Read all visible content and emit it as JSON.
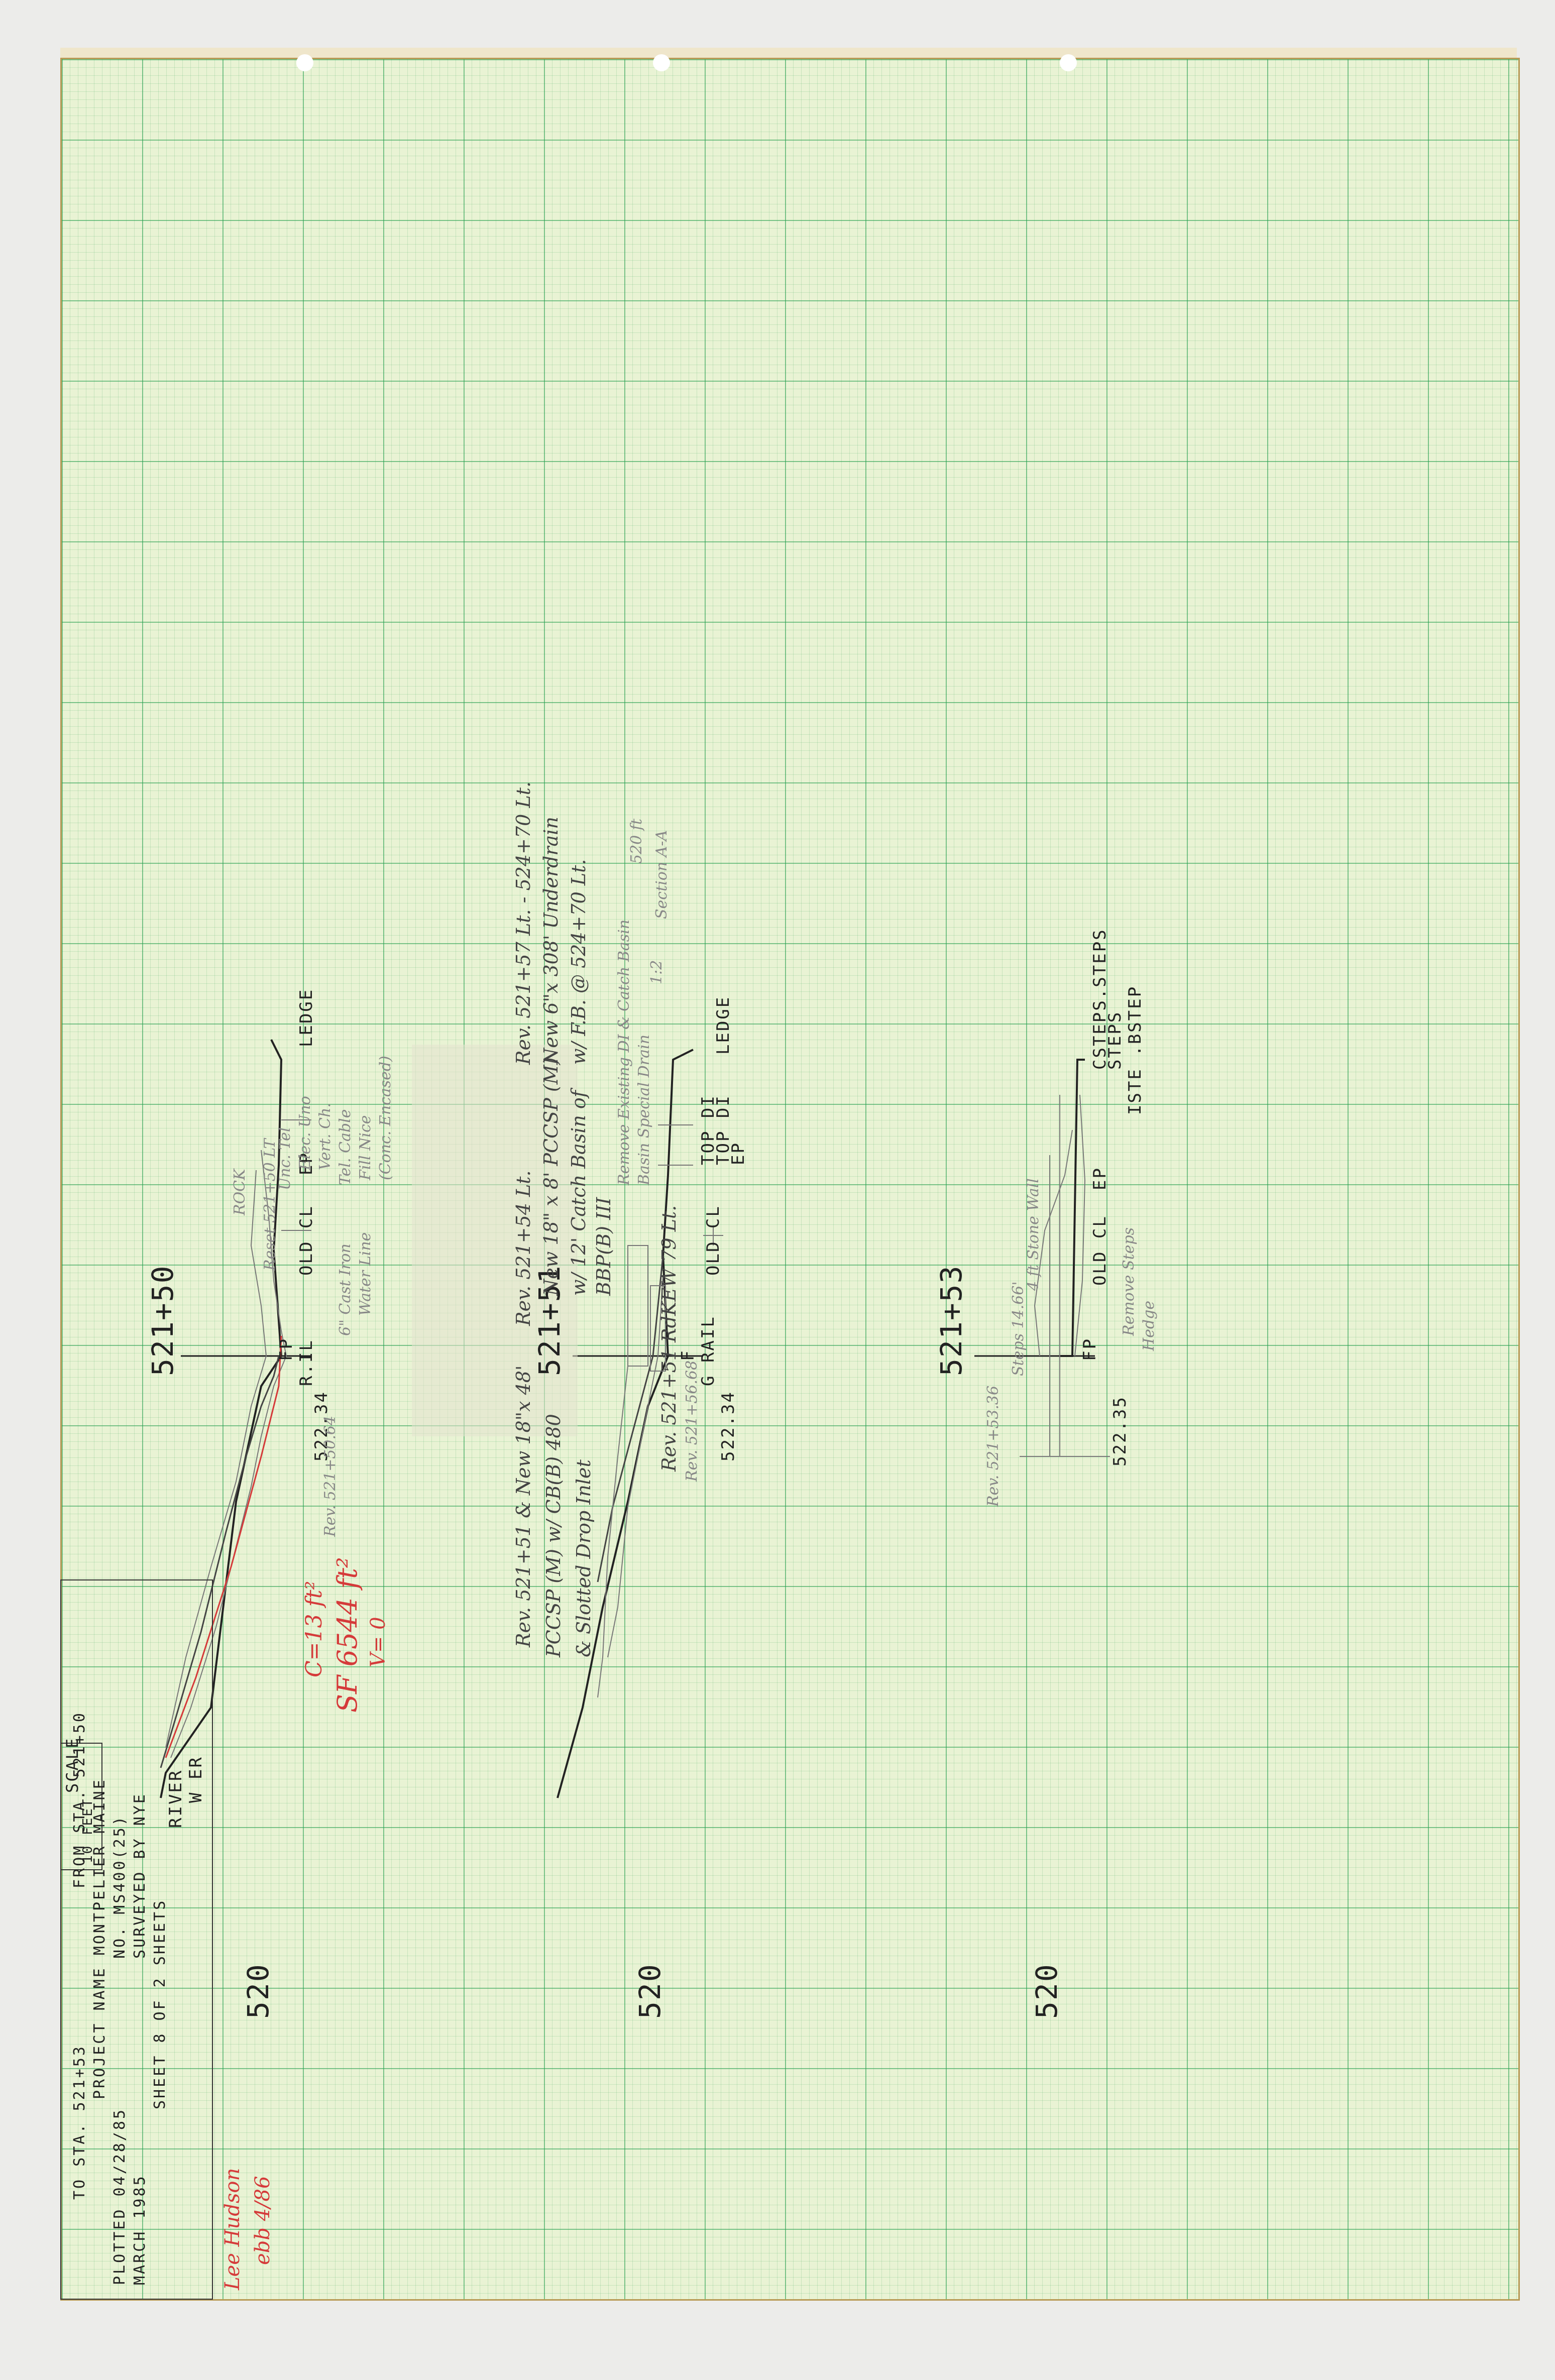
{
  "sections": [
    {
      "station": "521+50",
      "labels": {
        "ledge": "LEDGE",
        "ep": "EP",
        "old_cl": "OLD CL",
        "rail": "R.IL",
        "fp": "FP",
        "river": "RIVER",
        "wer": "W ER"
      },
      "elev_note": "522.34",
      "elev_bottom": "520",
      "notes": [
        "ROCK",
        "Reset 521+50 LT",
        "Unc. Tel",
        "Elec. Uno",
        "Vert. Ch.",
        "Tel. Cable",
        "Fill Nice",
        "(Conc. Encased)",
        "Water Line",
        "6\" Cast Iron"
      ],
      "red_notes": [
        "C=13 ft²",
        "SF 6544 ft²",
        "V= 0"
      ],
      "ref_note": "Rev. 521+50.64"
    },
    {
      "station": "521+51",
      "labels": {
        "ledge": "LEDGE",
        "top_di_1": "TOP DI",
        "top_di_2": "TOP DI",
        "ep": "EP",
        "old_cl": "OLD CL",
        "rail": "G RAIL",
        "fp": "F"
      },
      "elev_note": "522.34",
      "elev_bottom": "520",
      "notes": [
        "Rev. 521+57 Lt. - 524+70 Lt.",
        "New 6\"x 308' Underdrain",
        "w/ F.B. @ 524+70 Lt.",
        "Rev. 521+54 Lt.",
        "New 18\" x 8' PCCSP (M)",
        "w/ 12' Catch Basin of",
        "BBP(B) III",
        "Rev. 521+51 & New 18\"x 48'",
        "PCCSP (M) w/ CB(B) 480",
        "& Slotted Drop Inlet",
        "Rev. 521+51 RdKEW 79 Lt.",
        "Rev. 521+56.68",
        "Remove Existing DI & Catch Basin",
        "Basin Special Drain",
        "Section A-A",
        "520 ft",
        "1:2"
      ]
    },
    {
      "station": "521+53",
      "labels": {
        "csteps": "CSTEPS.STEPS",
        "steps": "STEPS",
        "iste": "ISTE .BSTEP",
        "ep": "EP",
        "old_cl": "OLD CL",
        "fp": "FP"
      },
      "elev_note": "522.35",
      "elev_bottom": "520",
      "notes": [
        "Rev. 521+53.36",
        "Remove Steps",
        "Steps 14.66'",
        "Hedge",
        "4 ft Stone Wall"
      ]
    }
  ],
  "scale": {
    "label": "SCALE",
    "value": "10 FEET"
  },
  "title_block": {
    "from_sta": "FROM STA. 521+50",
    "to_sta": "TO STA. 521+53",
    "project_name": "PROJECT NAME MONTPELIER MAINE",
    "project_no": "NO. MS400(25)",
    "plotted": "PLOTTED 04/28/85",
    "surveyed_by": "SURVEYED BY NYE",
    "date": "MARCH 1985",
    "sheet": "SHEET 8 OF 2 SHEETS",
    "signature_1": "Lee Hudson",
    "signature_2": "ebb 4/86"
  },
  "colors": {
    "grid": "#4aa860",
    "paper": "#e9f3d4",
    "ink": "#222222",
    "pencil": "#555555",
    "red_ink": "#d53a3a",
    "tape": "#efe6c8"
  }
}
